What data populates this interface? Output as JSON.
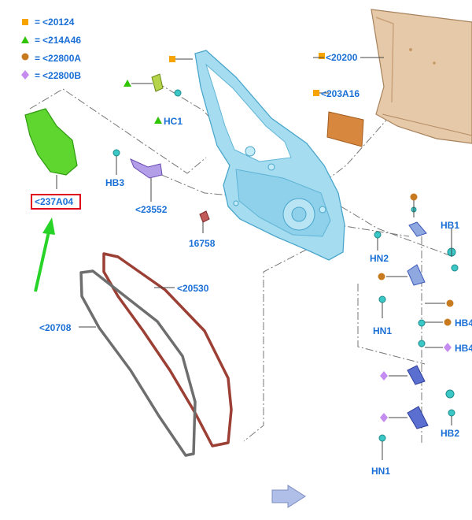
{
  "legend": [
    {
      "symbol": "square",
      "color": "#f7a400",
      "code": "<20124"
    },
    {
      "symbol": "triangle",
      "color": "#2ec400",
      "code": "<214A46"
    },
    {
      "symbol": "circle",
      "color": "#c87a1e",
      "code": "<22800A"
    },
    {
      "symbol": "diamond",
      "color": "#c58cf0",
      "code": "<22800B"
    }
  ],
  "legend_eq": "=",
  "colors": {
    "label": "#1a6fd6",
    "highlight": "#e0001b",
    "arrow": "#27d327"
  },
  "parts": {
    "p20200": "<20200",
    "p203A16": "<203A16",
    "hc1": "HC1",
    "hb3": "HB3",
    "p237A04": "<237A04",
    "p23552": "<23552",
    "p16758": "16758",
    "p20530": "<20530",
    "p20708": "<20708",
    "hn2": "HN2",
    "hb1": "HB1",
    "hn1a": "HN1",
    "hb4a": "HB4",
    "hb4b": "HB4",
    "hb2": "HB2",
    "hn1b": "HN1"
  }
}
